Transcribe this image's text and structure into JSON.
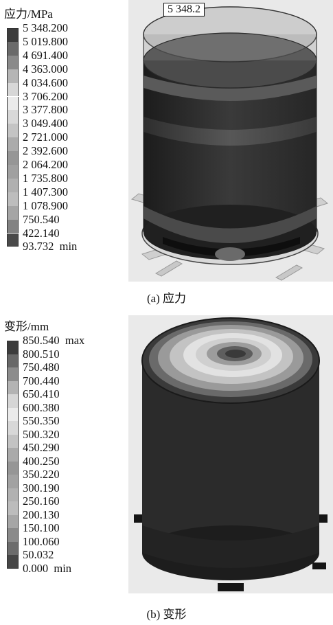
{
  "figure_a": {
    "legend_title": "应力/MPa",
    "ticks": [
      "5 348.200",
      "5 019.800",
      "4 691.400",
      "4 363.000",
      "4 034.600",
      "3 706.200",
      "3 377.800",
      "3 049.400",
      "2 721.000",
      "2 392.600",
      "2 064.200",
      "1 735.800",
      "1 407.300",
      "1 078.900",
      "750.540",
      "422.140",
      "93.732  min"
    ],
    "swatch_colors": [
      "#3c3c3c",
      "#6a6a6a",
      "#8a8a8a",
      "#b5b5b5",
      "#d7d7d7",
      "#ebebeb",
      "#d8d8d8",
      "#c4c4c4",
      "#ababab",
      "#969696",
      "#a0a0a0",
      "#b0b0b0",
      "#bdbdbd",
      "#a5a5a5",
      "#828282",
      "#4a4a4a",
      "#1c1c1c"
    ],
    "probe_label": "5 348.2",
    "caption": "(a) 应力"
  },
  "figure_b": {
    "legend_title": "变形/mm",
    "ticks": [
      "850.540  max",
      "800.510",
      "750.480",
      "700.440",
      "650.410",
      "600.380",
      "550.350",
      "500.320",
      "450.290",
      "400.250",
      "350.220",
      "300.190",
      "250.160",
      "200.130",
      "150.100",
      "100.060",
      "50.032",
      "0.000  min"
    ],
    "swatch_colors": [
      "#3c3c3c",
      "#686868",
      "#8c8c8c",
      "#b3b3b3",
      "#d6d6d6",
      "#ebebeb",
      "#d8d8d8",
      "#c3c3c3",
      "#aaaaaa",
      "#969696",
      "#a2a2a2",
      "#b1b1b1",
      "#bcbcbc",
      "#a6a6a6",
      "#8a8a8a",
      "#6c6c6c",
      "#464646",
      "#1e1e1e"
    ],
    "caption": "(b) 变形"
  }
}
